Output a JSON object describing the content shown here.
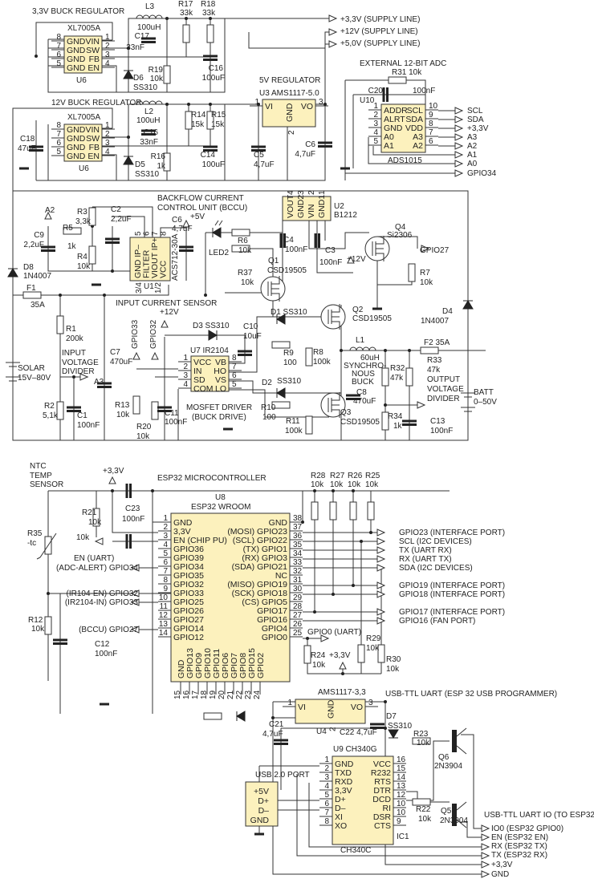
{
  "colors": {
    "chip_fill": "#fcf1bd",
    "wire": "#333333",
    "text": "#222222"
  },
  "labels": {
    "top": [
      "3,3V BUCK REGULATOR",
      "XL7005A",
      "U6",
      "L3",
      "100uH",
      "R17",
      "33k",
      "R18",
      "33k",
      "C17",
      "33nF",
      "D6",
      "SS310",
      "R19",
      "10k",
      "C16",
      "100uF",
      "12V BUCK REGULATOR",
      "XL7005A",
      "U6",
      "L2",
      "100uH",
      "C16",
      "33nF",
      "R14",
      "15k",
      "R15",
      "15k",
      "R16",
      "1k",
      "C14",
      "100uF",
      "C5",
      "4,7uF",
      "D5",
      "SS310",
      "C18",
      "47uF",
      "5V REGULATOR",
      "U3 AMS1117-5.0",
      "C6",
      "4,7uF",
      "+3,3V (SUPPLY LINE)",
      "+12V (SUPPLY LINE)",
      "+5,0V (SUPPLY LINE)",
      "EXTERNAL 12-BIT ADC",
      "R31 10k",
      "C20",
      "100nF",
      "U10",
      "ADS1015",
      "SCL",
      "SDA",
      "+3,3V",
      "A3",
      "A2",
      "A1",
      "A0",
      "GPIO34"
    ],
    "mid": [
      "BACKFLOW CURRENT",
      "CONTROL UNIT (BCCU)",
      "A2",
      "R3",
      "3,3k",
      "C2",
      "2,2uF",
      "C9",
      "2,2uF",
      "R5",
      "1k",
      "R4",
      "10k",
      "C6",
      "4,7uF",
      "+5V",
      "LED2",
      "R6",
      "10k",
      "R37",
      "10k",
      "Q1",
      "CSD19505",
      "C4",
      "100nF",
      "U1",
      "ACS712-30A",
      "3/4",
      "1/2",
      "D8",
      "1N4007",
      "F1",
      "35A",
      "INPUT CURRENT SENSOR",
      "R1",
      "200k",
      "INPUT",
      "VOLTAGE",
      "DIVIDER",
      "A3",
      "SOLAR",
      "15V–80V",
      "R2",
      "5,1k",
      "C1",
      "100nF",
      "C7",
      "470uF",
      "GPIO33",
      "GPIO32",
      "+12V",
      "D3 SS310",
      "C10",
      "10uF",
      "U7 IR2104",
      "R13",
      "10k",
      "R20",
      "10k",
      "C11",
      "100nF",
      "MOSFET DRIVER",
      "(BUCK DRIVE)",
      "D1 SS310",
      "R9",
      "100",
      "R8",
      "100k",
      "D2",
      "SS310",
      "R10",
      "100",
      "R11",
      "100k",
      "Q2",
      "CSD19505",
      "Q3",
      "CSD19505",
      "U2",
      "B1212",
      "C3",
      "100nF",
      "+12V",
      "Q4",
      "Si2306",
      "GPIO27",
      "R7",
      "10k",
      "D4",
      "1N4007",
      "L1",
      "60uH",
      "SYNCHRO-",
      "NOUS",
      "BUCK",
      "C8",
      "470uF",
      "R32",
      "47k",
      "R33",
      "47k",
      "F2 35A",
      "OUTPUT",
      "VOLTAGE",
      "DIVIDER",
      "BATT",
      "0–50V",
      "R34",
      "1k",
      "C13",
      "100nF"
    ],
    "esp": [
      "NTC",
      "TEMP",
      "SENSOR",
      "+3,3V",
      "ESP32 MICROCONTROLLER",
      "U8",
      "ESP32 WROOM",
      "R21",
      "10k",
      "C23",
      "100nF",
      "R35",
      "-tc",
      "10k",
      "EN (UART)",
      "(ADC-ALERT) GPIO34",
      "(IR104-EN) GPIO32",
      "(IR2104-IN) GPIO33",
      "(BCCU) GPIO27",
      "R12",
      "10k",
      "C12",
      "100nF",
      "R28",
      "10k",
      "R27",
      "10k",
      "R26",
      "10k",
      "R25",
      "10k",
      "GPIO23 (INTERFACE PORT)",
      "SCL (I2C DEVICES)",
      "TX (UART RX)",
      "RX (UART TX)",
      "SDA (I2C DEVICES)",
      "GPIO19 (INTERFACE PORT)",
      "GPIO18 (INTERFACE PORT)",
      "GPIO17 (INTERFACE PORT)",
      "GPIO16 (FAN PORT)",
      "GPIO0 (UART)",
      "R24",
      "10k",
      "+3,3V",
      "R29",
      "10k",
      "R30",
      "10k"
    ],
    "usb": [
      "AMS1117-3,3",
      "USB-TTL UART (ESP 32 USB PROGRAMMER)",
      "C21",
      "4,7uF",
      "U4",
      "C22 4,7uF",
      "D7",
      "SS310",
      "R23",
      "10k",
      "U9  CH340G",
      "USB 2.0 PORT",
      "Q6",
      "2N3904",
      "R22",
      "10k",
      "Q5",
      "2N3904",
      "USB-TTL UART IO (TO ESP32)",
      "IO0 (ESP32 GPIO0)",
      "EN (ESP32 EN)",
      "RX (ESP32 TX)",
      "TX (ESP32 RX)",
      "+3,3V",
      "GND",
      "CH340C",
      "IC1"
    ]
  },
  "chips": {
    "u6a": {
      "left": [
        "GND",
        "GND",
        "GND",
        "GND"
      ],
      "right": [
        "VIN",
        "SW",
        "FB",
        "EN"
      ],
      "lnums": [
        "8",
        "7",
        "6",
        "5"
      ],
      "rnums": [
        "1",
        "2",
        "3",
        "4"
      ]
    },
    "u6b": {
      "left": [
        "GND",
        "GND",
        "GND",
        "GND"
      ],
      "right": [
        "VIN",
        "SW",
        "FB",
        "EN"
      ],
      "lnums": [
        "8",
        "7",
        "6",
        "5"
      ],
      "rnums": [
        "1",
        "2",
        "3",
        "4"
      ]
    },
    "u3": {
      "left": [
        "VI"
      ],
      "right": [
        "VO"
      ],
      "lnums": [
        "1"
      ],
      "rnums": [
        "3"
      ],
      "center": "GND",
      "cnum": "2"
    },
    "u10": {
      "left": [
        "ADDR",
        "ALRT",
        "GND",
        "A0",
        "A1"
      ],
      "right": [
        "SCL",
        "SDA",
        "VDD",
        "A3",
        "A2"
      ],
      "lnums": [
        "1",
        "2",
        "3",
        "4",
        "5"
      ],
      "rnums": [
        "10",
        "9",
        "8",
        "7",
        "6"
      ]
    },
    "u1": {
      "cols": [
        "GND   IP–",
        "FILTER",
        "VIOUT  IP+",
        "VCC"
      ],
      "nums": [
        "5",
        "6",
        "7",
        "8"
      ]
    },
    "u2": {
      "cols": [
        "VOUT",
        "GND2",
        "VIN",
        "GND1"
      ],
      "nums": [
        "4",
        "3",
        "2",
        "1"
      ]
    },
    "u7": {
      "left": [
        "VCC",
        "IN",
        "SD",
        "COM"
      ],
      "right": [
        "VB",
        "HO",
        "VS",
        "LO"
      ],
      "lnums": [
        "1",
        "2",
        "3",
        "4"
      ],
      "rnums": [
        "8",
        "7",
        "6",
        "5"
      ]
    },
    "u8": {
      "left": [
        "GND",
        "3,3V",
        "EN (CHIP PU)",
        "GPIO36",
        "GPIO39",
        "GPIO34",
        "GPIO35",
        "GPIO32",
        "GPIO33",
        "GPIO25",
        "GPIO26",
        "GPIO27",
        "GPIO14",
        "GPIO12"
      ],
      "right": [
        "GND",
        "(MOSI) GPIO23",
        "(SCL) GPIO22",
        "(TX) GPIO1",
        "(RX) GPIO3",
        "(SDA) GPIO21",
        "NC",
        "(MISO) GPIO19",
        "(SCK) GPIO18",
        "(CS) GPIO5",
        "GPIO17",
        "GPIO16",
        "GPIO4",
        "GPIO0"
      ],
      "lnums": [
        "1",
        "2",
        "3",
        "4",
        "5",
        "6",
        "7",
        "8",
        "9",
        "10",
        "11",
        "12",
        "13",
        "14"
      ],
      "rnums": [
        "38",
        "37",
        "36",
        "35",
        "34",
        "33",
        "32",
        "31",
        "30",
        "29",
        "28",
        "27",
        "26",
        "25"
      ],
      "bottom": [
        "GND",
        "GPIO13",
        "GPIO9",
        "GPIO10",
        "GPIO11",
        "GPIO6",
        "GPIO7",
        "GPIO8",
        "GPIO15",
        "GPIO2"
      ],
      "bnums": [
        "15",
        "16",
        "17",
        "18",
        "19",
        "20",
        "21",
        "22",
        "23",
        "24"
      ]
    },
    "u4": {
      "left": [
        "VI"
      ],
      "right": [
        "VO"
      ],
      "lnums": [
        "1"
      ],
      "rnums": [
        "3"
      ],
      "center": "GND",
      "cnum": "2"
    },
    "u9": {
      "left": [
        "GND",
        "TXD",
        "RXD",
        "3,3V",
        "D+",
        "D–",
        "XI",
        "XO"
      ],
      "right": [
        "VCC",
        "R232",
        "RTS",
        "DTR",
        "DCD",
        "RI",
        "DSR",
        "CTS"
      ],
      "lnums": [
        "1",
        "2",
        "3",
        "4",
        "5",
        "6",
        "7",
        "8"
      ],
      "rnums": [
        "16",
        "15",
        "14",
        "13",
        "12",
        "10",
        "10",
        "9"
      ]
    },
    "usb": {
      "right": [
        "+5V",
        "D+",
        "D–",
        "GND"
      ]
    }
  }
}
